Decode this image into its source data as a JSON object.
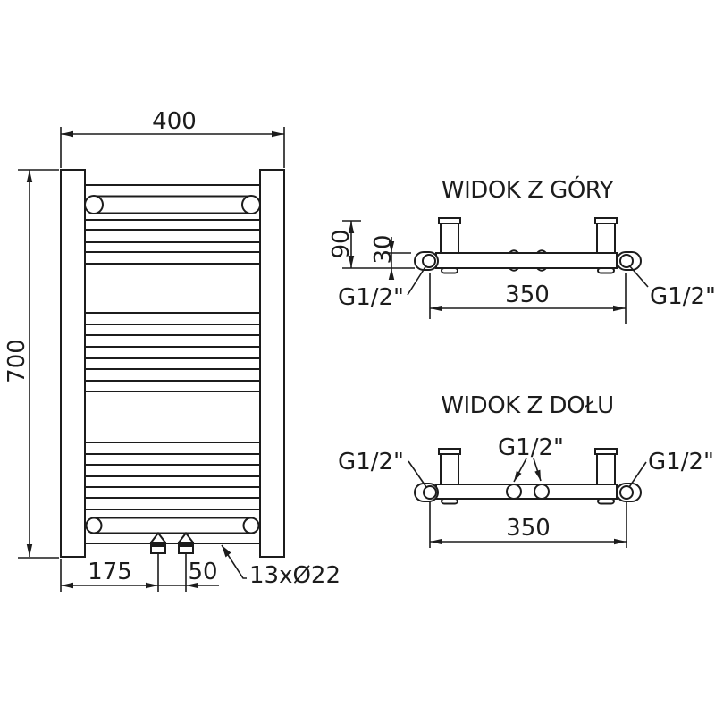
{
  "drawing": {
    "front": {
      "dim_width": "400",
      "dim_height": "700",
      "dim_valve_offset": "175",
      "dim_valve_spacing": "50",
      "tube_note": "13xØ22"
    },
    "top_view": {
      "title": "WIDOK Z GÓRY",
      "dim_total_depth": "90",
      "dim_rail_depth": "30",
      "dim_connection_spacing": "350",
      "thread_left": "G1/2\"",
      "thread_right": "G1/2\""
    },
    "bottom_view": {
      "title": "WIDOK Z DOŁU",
      "dim_connection_spacing": "350",
      "thread_left": "G1/2\"",
      "thread_center": "G1/2\"",
      "thread_right": "G1/2\""
    },
    "colors": {
      "line": "#1c1c1c",
      "background": "#ffffff"
    }
  }
}
